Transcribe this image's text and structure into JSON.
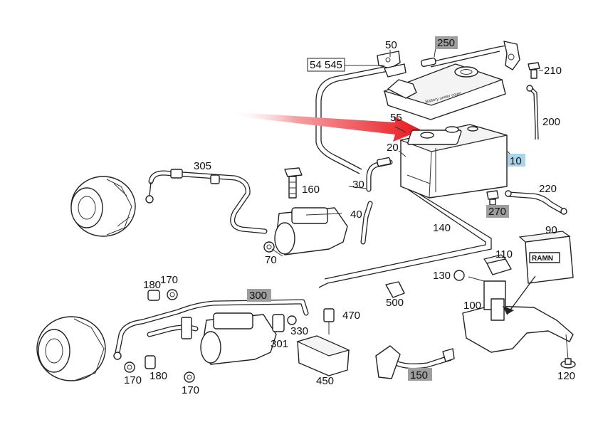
{
  "callouts": {
    "c10": "10",
    "c20": "20",
    "c30": "30",
    "c40": "40",
    "c50": "50",
    "c54545": "54 545",
    "c55": "55",
    "c70": "70",
    "c90": "90",
    "c100": "100",
    "c110": "110",
    "c120": "120",
    "c130": "130",
    "c140": "140",
    "c150": "150",
    "c160": "160",
    "c170a": "170",
    "c170b": "170",
    "c170c": "170",
    "c180a": "180",
    "c180b": "180",
    "c200": "200",
    "c210": "210",
    "c220": "220",
    "c250": "250",
    "c270": "270",
    "c300": "300",
    "c301": "301",
    "c305": "305",
    "c330": "330",
    "c450": "450",
    "c470": "470",
    "c500": "500"
  },
  "labels": {
    "cover_text": "Battery under cover",
    "brand": "RAMN"
  },
  "colors": {
    "highlight_grey": "#9e9e9e",
    "highlight_blue": "#a9d4ec",
    "arrow_red": "#e8181e"
  }
}
